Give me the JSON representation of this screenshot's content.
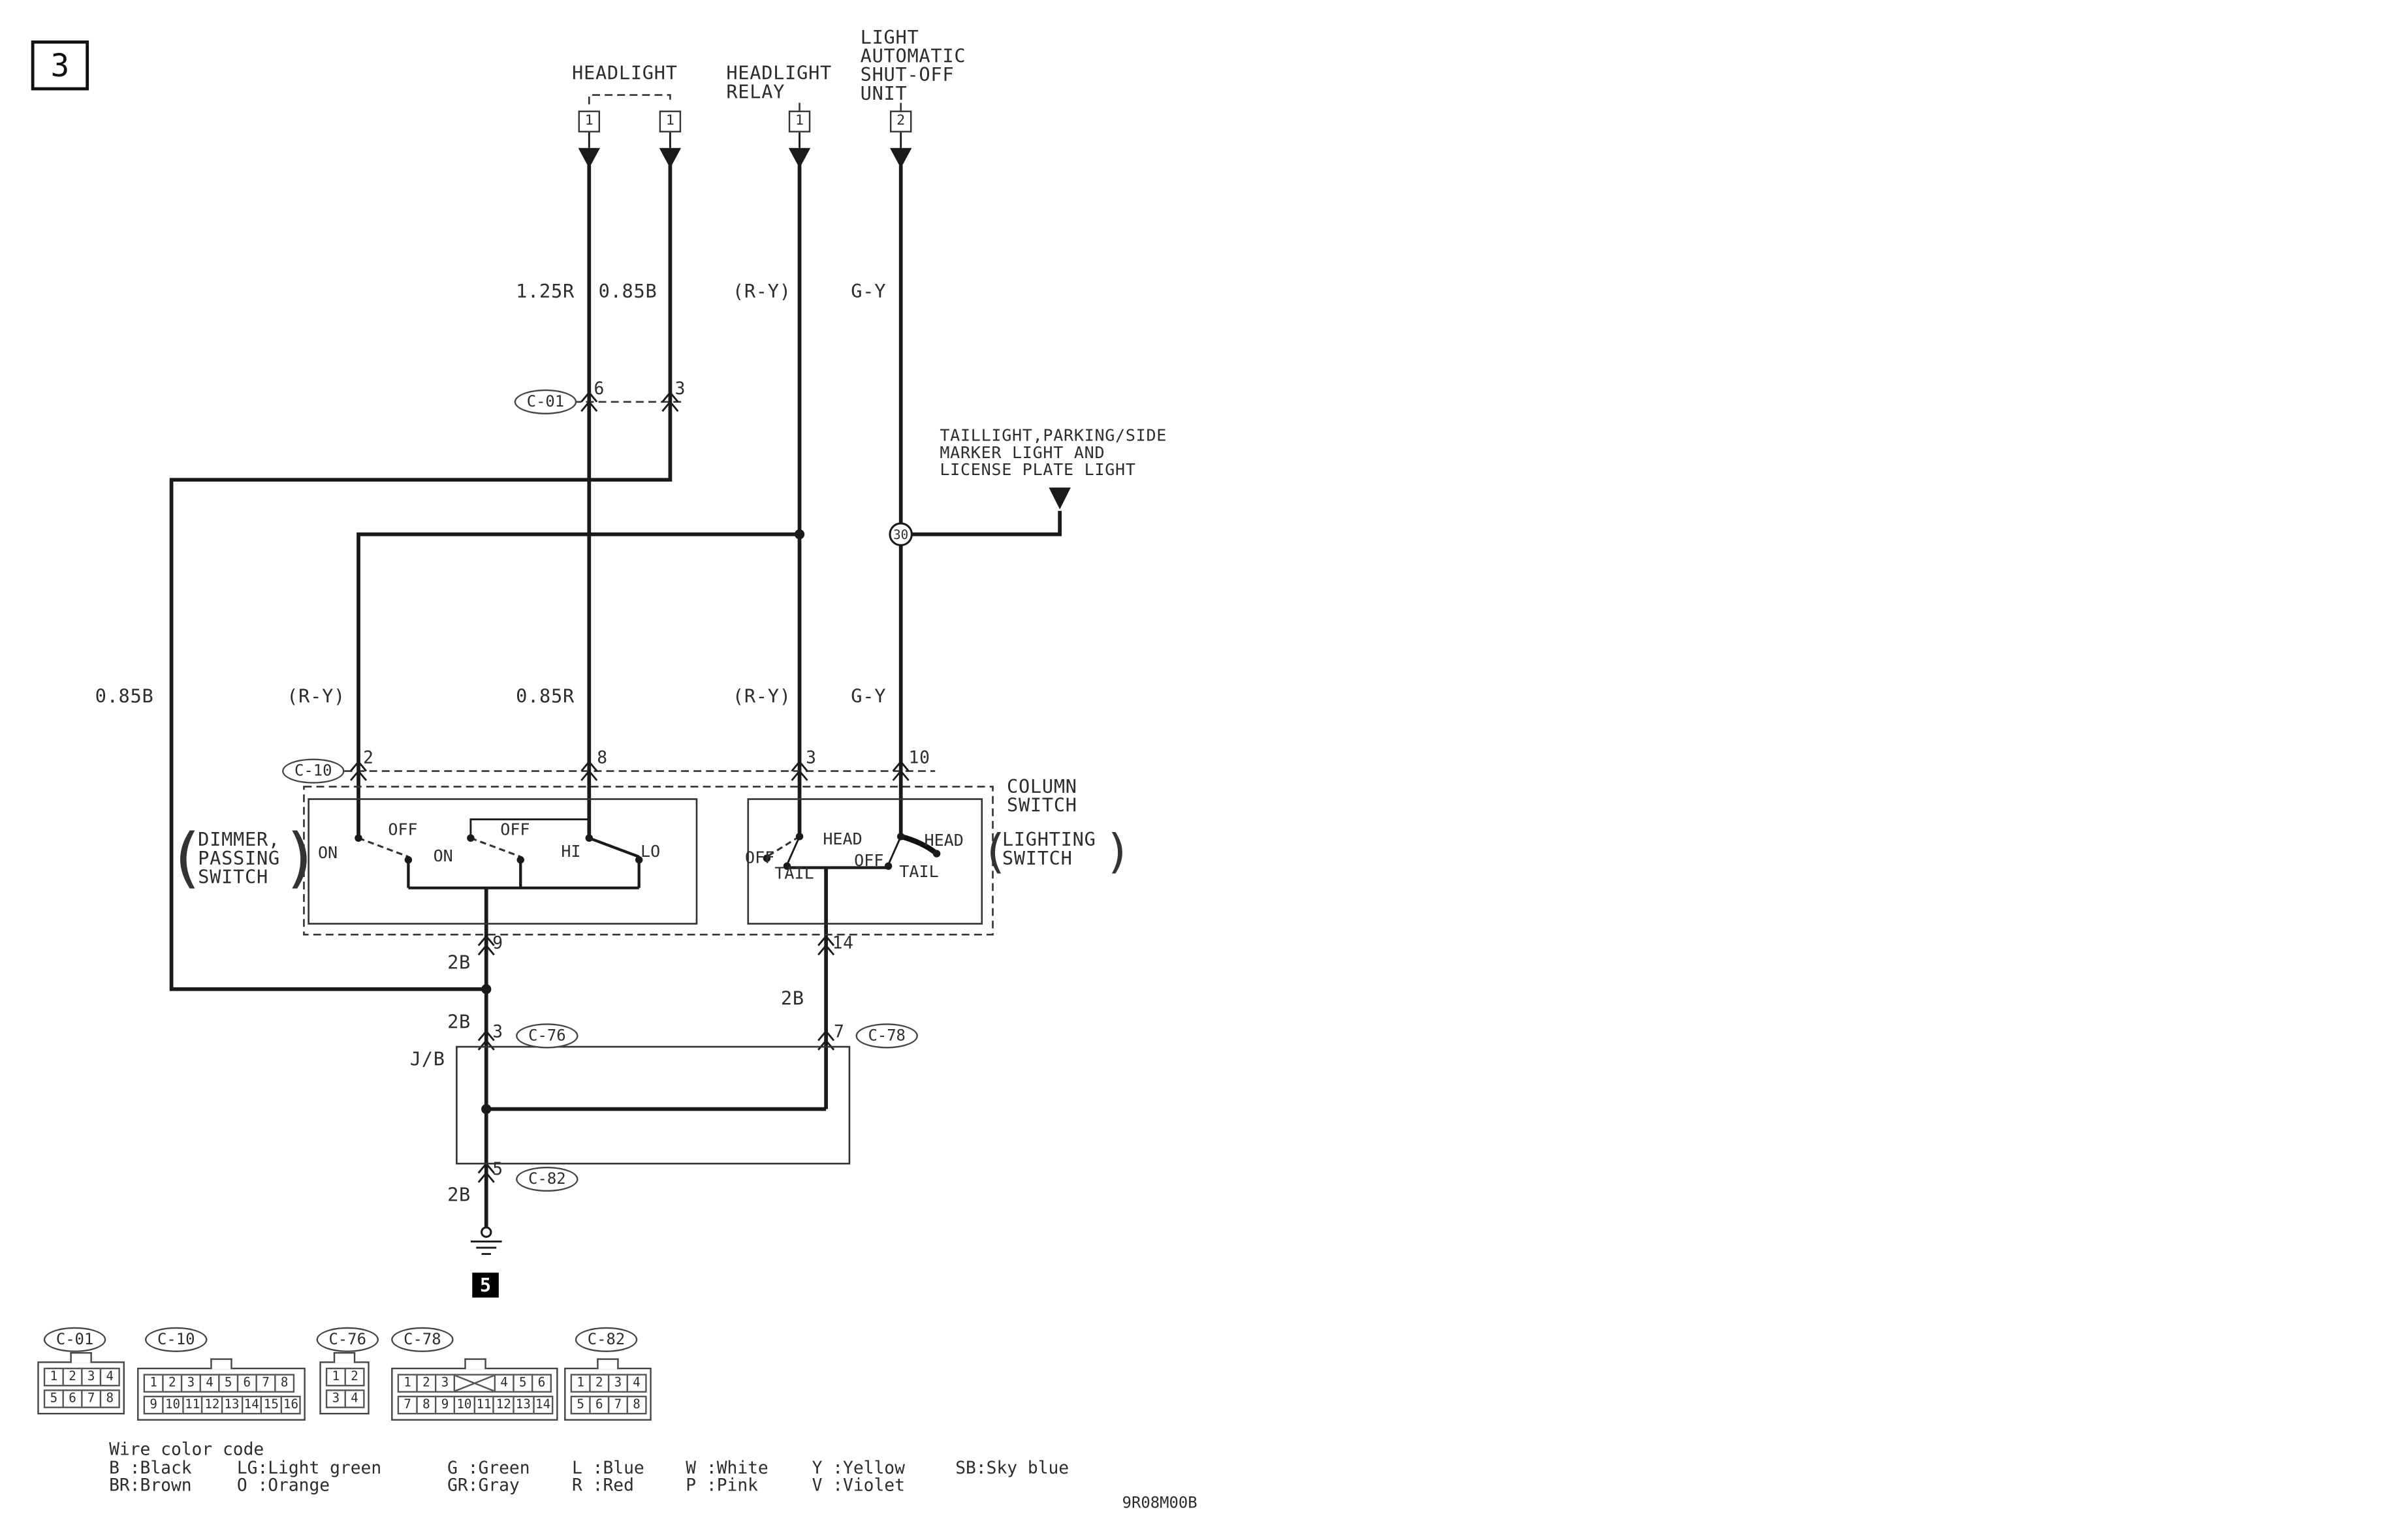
{
  "page": {
    "number": "3",
    "doc_code": "9R08M00B",
    "ground_ref": "5"
  },
  "components": {
    "headlight": {
      "label": "HEADLIGHT",
      "terminal_a": "1",
      "terminal_b": "1"
    },
    "relay": {
      "line1": "HEADLIGHT",
      "line2": "RELAY",
      "terminal": "1"
    },
    "shutoff": {
      "line1": "LIGHT",
      "line2": "AUTOMATIC",
      "line3": "SHUT-OFF",
      "line4": "UNIT",
      "terminal": "2"
    },
    "taillight": {
      "line1": "TAILLIGHT,PARKING/SIDE",
      "line2": "MARKER LIGHT AND",
      "line3": "LICENSE PLATE LIGHT"
    },
    "junction_30": "30",
    "column_switch": {
      "line1": "COLUMN",
      "line2": "SWITCH"
    },
    "dimmer": {
      "bl": "(",
      "br": ")",
      "line1": "DIMMER,",
      "line2": "PASSING",
      "line3": "SWITCH",
      "on1": "ON",
      "off1": "OFF",
      "on2": "ON",
      "off2": "OFF",
      "hi": "HI",
      "lo": "LO"
    },
    "lighting": {
      "bl": "(",
      "br": ")",
      "line1": "LIGHTING",
      "line2": "SWITCH",
      "off1": "OFF",
      "head1": "HEAD",
      "tail1": "TAIL",
      "off2": "OFF",
      "head2": "HEAD",
      "tail2": "TAIL"
    },
    "junction_block": "J/B"
  },
  "wires": {
    "l1": "1.25R",
    "l2": "0.85B",
    "l3": "(R-Y)",
    "l4": "G-Y",
    "left": "0.85B",
    "m1": "(R-Y)",
    "m2": "0.85R",
    "m3": "(R-Y)",
    "m4": "G-Y",
    "b1": "2B",
    "b2": "2B",
    "b3": "2B",
    "b4": "2B"
  },
  "inline_connectors": {
    "c01": {
      "label": "C-01",
      "pin_a": "6",
      "pin_b": "3"
    },
    "c10": {
      "label": "C-10",
      "pin_a": "2",
      "pin_b": "8",
      "pin_c": "3",
      "pin_d": "10"
    },
    "switch_pins": {
      "p9": "9",
      "p14": "14"
    },
    "c76": {
      "label": "C-76",
      "pin": "3"
    },
    "c78": {
      "label": "C-78",
      "pin": "7"
    },
    "c82": {
      "label": "C-82",
      "pin": "5"
    }
  },
  "pinouts": {
    "c01": {
      "title": "C-01",
      "row1": [
        "1",
        "2",
        "3",
        "4"
      ],
      "row2": [
        "5",
        "6",
        "7",
        "8"
      ]
    },
    "c10": {
      "title": "C-10",
      "row1": [
        "1",
        "2",
        "3",
        "4",
        "5",
        "6",
        "7",
        "8"
      ],
      "row2": [
        "9",
        "10",
        "11",
        "12",
        "13",
        "14",
        "15",
        "16"
      ]
    },
    "c76": {
      "title": "C-76",
      "row1": [
        "1",
        "2"
      ],
      "row2": [
        "3",
        "4"
      ]
    },
    "c78": {
      "title": "C-78",
      "row1": [
        "1",
        "2",
        "3"
      ],
      "row1b": [
        "4",
        "5",
        "6"
      ],
      "row2": [
        "7",
        "8",
        "9",
        "10",
        "11",
        "12",
        "13",
        "14"
      ]
    },
    "c82": {
      "title": "C-82",
      "row1": [
        "1",
        "2",
        "3",
        "4"
      ],
      "row2": [
        "5",
        "6",
        "7",
        "8"
      ]
    }
  },
  "color_code": {
    "title": "Wire color code",
    "row1": [
      "B :Black",
      "LG:Light green",
      "G :Green",
      "L :Blue",
      "W :White",
      "Y :Yellow",
      "SB:Sky blue"
    ],
    "row2": [
      "BR:Brown",
      "O :Orange",
      "GR:Gray",
      "R :Red",
      "P :Pink",
      "V :Violet"
    ]
  }
}
